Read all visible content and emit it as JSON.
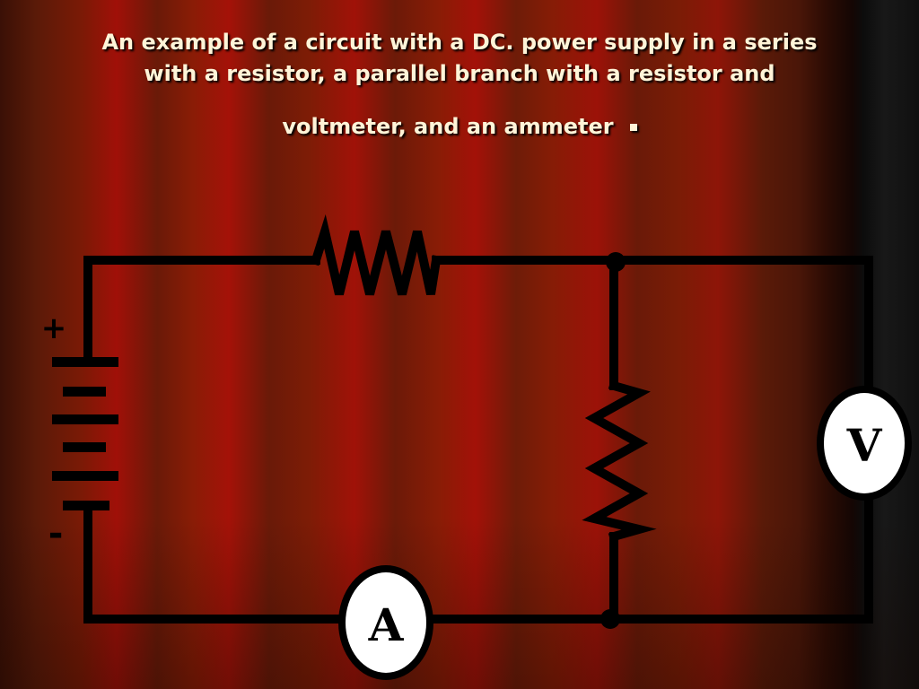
{
  "slide": {
    "title_line1": "An example of a circuit with a DC. power supply in a series",
    "title_line2": "with a resistor, a parallel branch with a resistor and",
    "title_line3": "voltmeter, and an ammeter"
  },
  "circuit": {
    "battery_plus": "+",
    "battery_minus": "-",
    "ammeter_label": "A",
    "voltmeter_label": "V"
  },
  "colors": {
    "curtain_red": "#a01008",
    "wire": "#000000",
    "title_text": "#fff4d8",
    "meter_face": "#ffffff"
  }
}
